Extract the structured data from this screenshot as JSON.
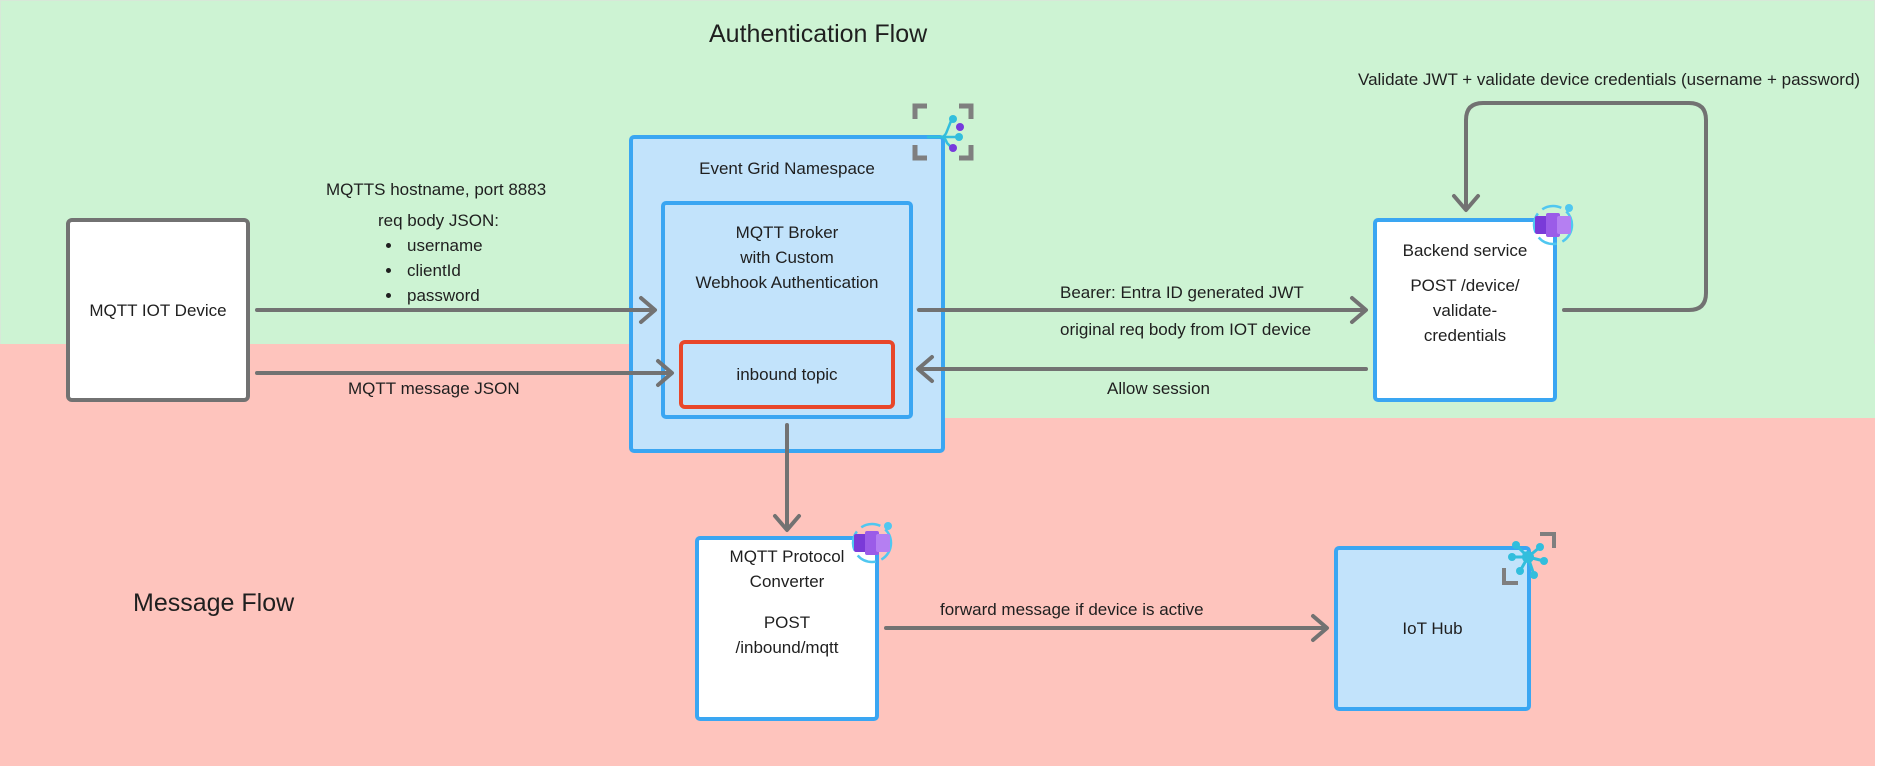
{
  "zones": {
    "auth_title": "Authentication Flow",
    "message_title": "Message Flow"
  },
  "device": {
    "label": "MQTT IOT Device"
  },
  "event_grid": {
    "label": "Event Grid Namespace",
    "broker_lines": [
      "MQTT Broker",
      "with Custom",
      "Webhook Authentication"
    ],
    "topic": "inbound topic"
  },
  "backend": {
    "title": "Backend service",
    "endpoint_lines": [
      "POST /device/",
      "validate-",
      "credentials"
    ]
  },
  "converter": {
    "title_lines": [
      "MQTT Protocol",
      "Converter"
    ],
    "endpoint_lines": [
      "POST",
      "/inbound/mqtt"
    ]
  },
  "iot_hub": {
    "label": "IoT Hub"
  },
  "connections": {
    "connect_header": "MQTTS hostname, port 8883",
    "req_body_header": "req body JSON:",
    "req_fields": [
      "username",
      "clientId",
      "password"
    ],
    "message_json": "MQTT message JSON",
    "bearer": "Bearer: Entra ID generated JWT",
    "original_body": "original req body from IOT device",
    "allow_session": "Allow session",
    "validate": "Validate JWT + validate device credentials (username + password)",
    "forward": "forward message if device is active"
  },
  "colors": {
    "auth_zone": "#cdf3d3",
    "message_zone": "#fec4bd",
    "box_blue_fill": "#c2e3fb",
    "box_blue_border": "#3aa6f2",
    "topic_border": "#e8472a",
    "arrow": "#727272"
  },
  "icons": {
    "event_grid": "event-grid-icon",
    "backend_app": "app-service-icon",
    "converter_app": "app-service-icon",
    "iot_hub": "iot-hub-icon"
  }
}
